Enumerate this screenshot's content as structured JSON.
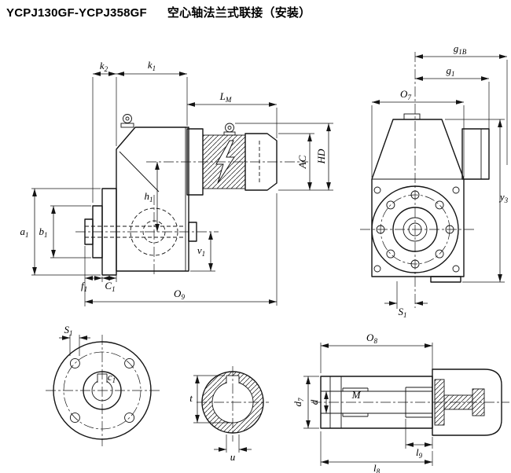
{
  "title": {
    "model": "YCPJ130GF-YCPJ358GF",
    "text": "空心轴法兰式联接（安装）"
  },
  "colors": {
    "ink": "#141414",
    "bg": "#ffffff"
  },
  "symbols": {
    "motor": "lightning-bolt"
  },
  "labels": {
    "side": {
      "k2": {
        "b": "k",
        "s": "2"
      },
      "k1": {
        "b": "k",
        "s": "1"
      },
      "LM": {
        "b": "L",
        "s": "M"
      },
      "HD": {
        "b": "HD",
        "s": ""
      },
      "AC": {
        "b": "AC",
        "s": ""
      },
      "h1": {
        "b": "h",
        "s": "1"
      },
      "a1": {
        "b": "a",
        "s": "1"
      },
      "b1": {
        "b": "b",
        "s": "1"
      },
      "v1": {
        "b": "v",
        "s": "1"
      },
      "f1": {
        "b": "f",
        "s": "1"
      },
      "C1": {
        "b": "C",
        "s": "1"
      },
      "O9": {
        "b": "O",
        "s": "9"
      }
    },
    "front": {
      "g1B": {
        "b": "g",
        "s": "1B"
      },
      "g1": {
        "b": "g",
        "s": "1"
      },
      "O7": {
        "b": "O",
        "s": "7"
      },
      "y3": {
        "b": "y",
        "s": "3"
      },
      "S1": {
        "b": "S",
        "s": "1"
      }
    },
    "flange": {
      "S1": {
        "b": "S",
        "s": "1"
      },
      "c1": {
        "b": "c",
        "s": "1"
      }
    },
    "bore": {
      "t": {
        "b": "t",
        "s": ""
      },
      "u": {
        "b": "u",
        "s": ""
      }
    },
    "shaft": {
      "O8": {
        "b": "O",
        "s": "8"
      },
      "d7": {
        "b": "d",
        "s": "7"
      },
      "d": {
        "b": "d",
        "s": ""
      },
      "M": {
        "b": "M",
        "s": ""
      },
      "l9": {
        "b": "l",
        "s": "9"
      },
      "l8": {
        "b": "l",
        "s": "8"
      }
    }
  }
}
